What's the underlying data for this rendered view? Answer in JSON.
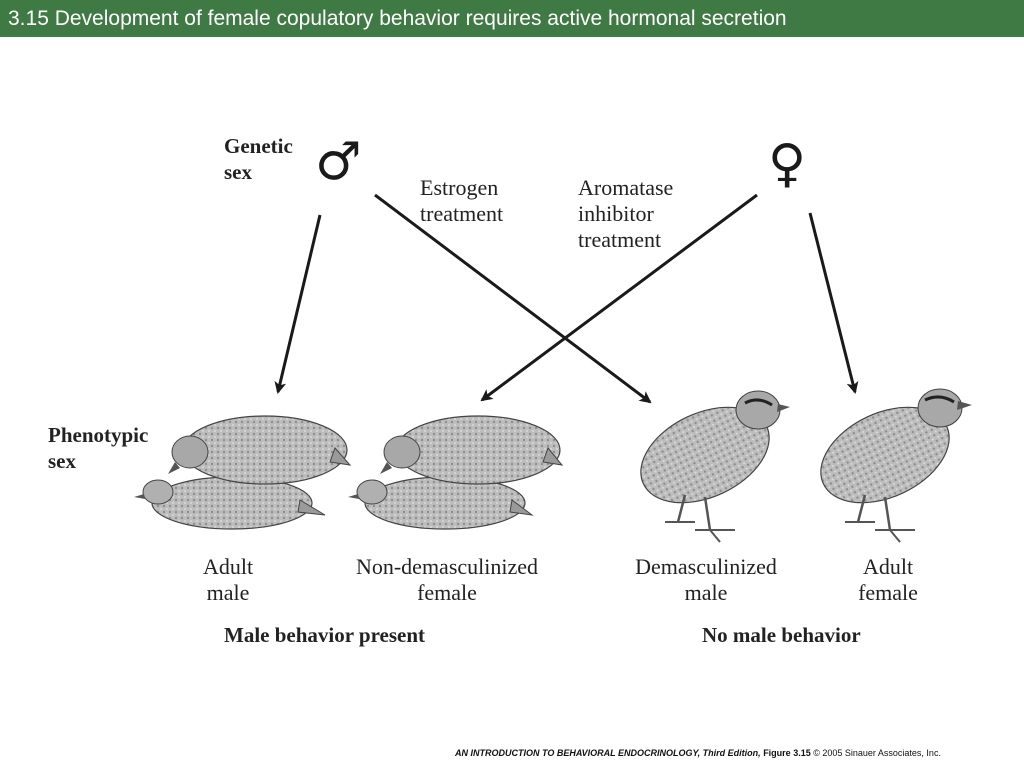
{
  "slide": {
    "title": "3.15  Development of female copulatory behavior requires active hormonal secretion"
  },
  "diagram": {
    "genetic_sex_label": [
      "Genetic",
      "sex"
    ],
    "male_symbol": "♂",
    "female_symbol": "♀",
    "estrogen_label": [
      "Estrogen",
      "treatment"
    ],
    "aromatase_label": [
      "Aromatase",
      "inhibitor",
      "treatment"
    ],
    "phenotypic_sex_label": [
      "Phenotypic",
      "sex"
    ],
    "outcomes": [
      {
        "label": [
          "Adult",
          "male"
        ]
      },
      {
        "label": [
          "Non-demasculinized",
          "female"
        ]
      },
      {
        "label": [
          "Demasculinized",
          "male"
        ]
      },
      {
        "label": [
          "Adult",
          "female"
        ]
      }
    ],
    "male_behavior_present": "Male behavior present",
    "no_male_behavior": "No male behavior"
  },
  "footer": {
    "book_title": "AN INTRODUCTION TO BEHAVIORAL ENDOCRINOLOGY, Third Edition,",
    "figure": "Figure 3.15",
    "copyright": "© 2005 Sinauer Associates, Inc."
  },
  "colors": {
    "header_bg": "#3f7a45",
    "header_text": "#ffffff"
  }
}
